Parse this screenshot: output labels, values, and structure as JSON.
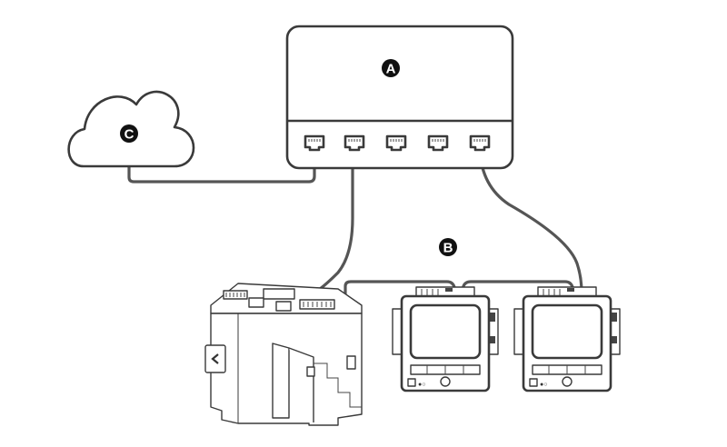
{
  "labels": {
    "router": "A",
    "daisy_chain": "B",
    "cloud": "C"
  },
  "colors": {
    "outline": "#3a3a3a",
    "cable": "#555555",
    "badge": "#111111",
    "badge_text": "#ffffff"
  },
  "router": {
    "port_count": 5
  }
}
